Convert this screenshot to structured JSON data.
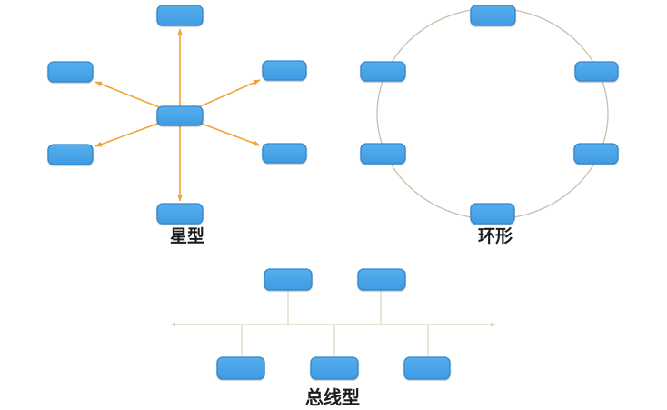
{
  "diagrams": {
    "star": {
      "label": "星型",
      "node_count": 7,
      "center_node_count": 1,
      "outer_node_count": 6,
      "arrow_count": 6
    },
    "ring": {
      "label": "环形",
      "node_count": 6
    },
    "bus": {
      "label": "总线型",
      "node_count": 5,
      "nodes_above_bus": 2,
      "nodes_below_bus": 3
    }
  },
  "colors": {
    "node_fill_top": "#55AEEC",
    "node_fill_bottom": "#3F9BE2",
    "node_border": "#3188CE",
    "arrow": "#F0A438",
    "ring_line": "#C6C0AC",
    "bus_line": "#DCD5BC",
    "label_text": "#1C1C1C",
    "background": "#FFFFFF"
  }
}
